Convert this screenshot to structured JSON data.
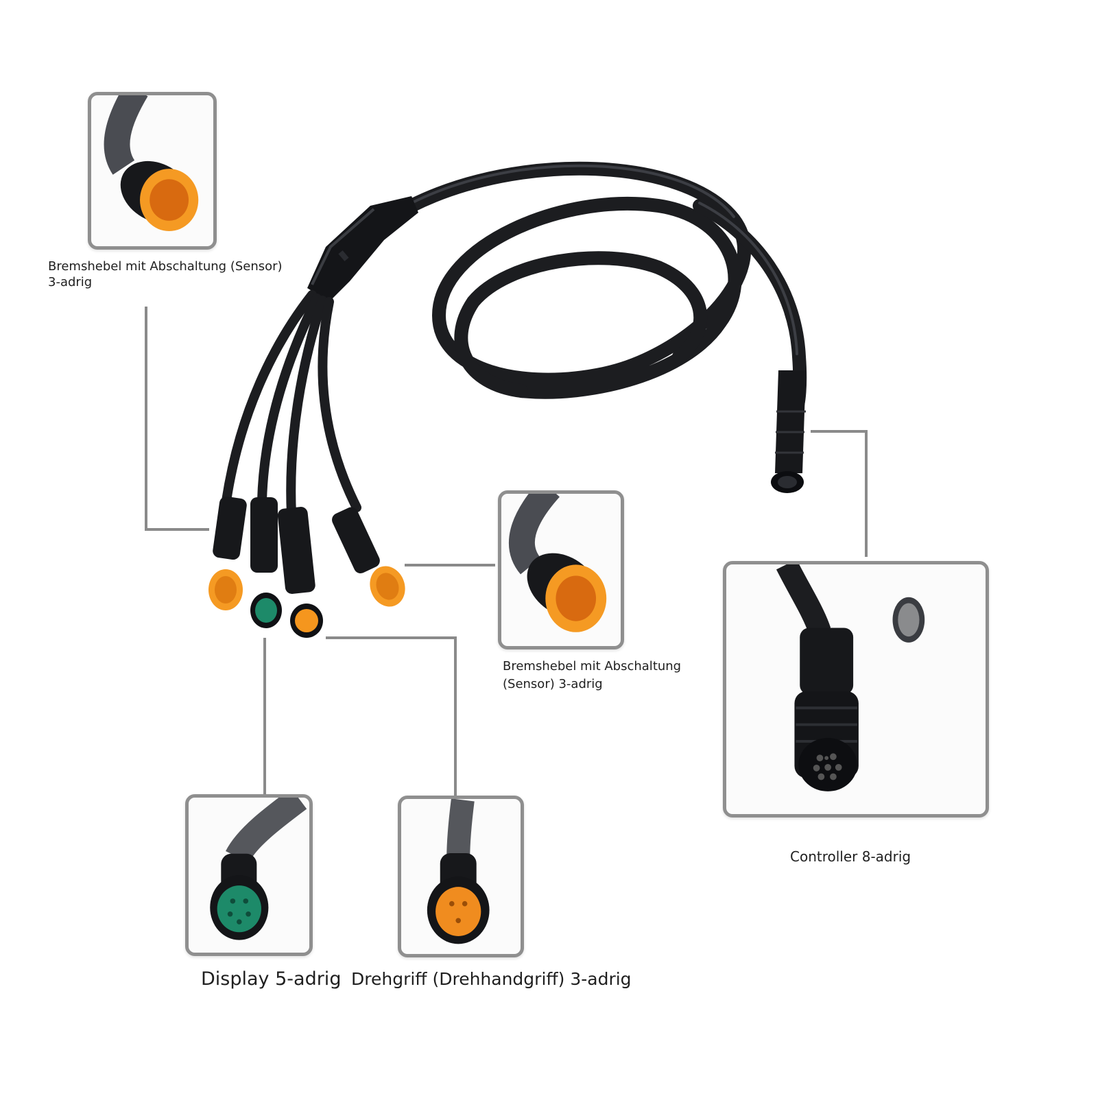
{
  "colors": {
    "cable": "#1c1d20",
    "connector_orange": "#f59a23",
    "connector_green": "#1d8a69",
    "leader_line": "#8a8a8a",
    "frame_border": "#8f8f8f"
  },
  "callouts": {
    "brake_left": {
      "line1": "Bremshebel mit Abschaltung (Sensor)",
      "line2": "3-adrig"
    },
    "brake_right": {
      "line1": "Bremshebel mit Abschaltung",
      "line2": "(Sensor) 3-adrig"
    },
    "display": {
      "label": "Display 5-adrig"
    },
    "throttle": {
      "label": "Drehgriff (Drehhandgriff) 3-adrig"
    },
    "controller": {
      "label": "Controller 8-adrig"
    }
  }
}
